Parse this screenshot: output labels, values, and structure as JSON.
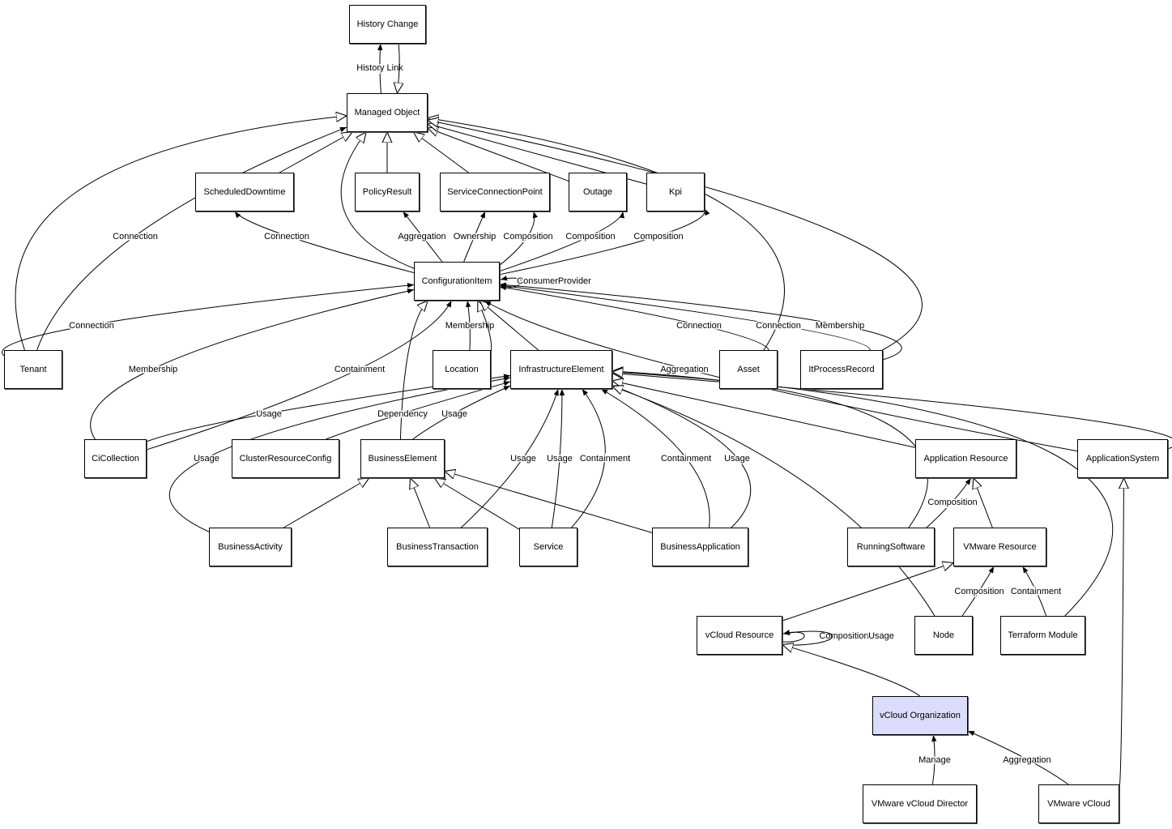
{
  "colors": {
    "highlight_node": "#dcdcfc",
    "line": "#000000",
    "node_fill": "#ffffff"
  },
  "nodes": [
    {
      "id": "history_change",
      "label": "History Change"
    },
    {
      "id": "managed_object",
      "label": "Managed Object"
    },
    {
      "id": "scheduled_downtime",
      "label": "ScheduledDowntime"
    },
    {
      "id": "policy_result",
      "label": "PolicyResult"
    },
    {
      "id": "scp",
      "label": "ServiceConnectionPoint"
    },
    {
      "id": "outage",
      "label": "Outage"
    },
    {
      "id": "kpi",
      "label": "Kpi"
    },
    {
      "id": "ci",
      "label": "ConfigurationItem"
    },
    {
      "id": "tenant",
      "label": "Tenant"
    },
    {
      "id": "location",
      "label": "Location"
    },
    {
      "id": "ie",
      "label": "InfrastructureElement"
    },
    {
      "id": "asset",
      "label": "Asset"
    },
    {
      "id": "itpr",
      "label": "ItProcessRecord"
    },
    {
      "id": "cicollection",
      "label": "CiCollection"
    },
    {
      "id": "crc",
      "label": "ClusterResourceConfig"
    },
    {
      "id": "be",
      "label": "BusinessElement"
    },
    {
      "id": "appres",
      "label": "Application Resource"
    },
    {
      "id": "appsys",
      "label": "ApplicationSystem"
    },
    {
      "id": "bactivity",
      "label": "BusinessActivity"
    },
    {
      "id": "btransaction",
      "label": "BusinessTransaction"
    },
    {
      "id": "service",
      "label": "Service"
    },
    {
      "id": "bapp",
      "label": "BusinessApplication"
    },
    {
      "id": "rs",
      "label": "RunningSoftware"
    },
    {
      "id": "vmres",
      "label": "VMware Resource"
    },
    {
      "id": "vcres",
      "label": "vCloud Resource"
    },
    {
      "id": "node",
      "label": "Node"
    },
    {
      "id": "tm",
      "label": "Terraform Module"
    },
    {
      "id": "vcorg",
      "label": "vCloud Organization",
      "highlighted": true
    },
    {
      "id": "vcd",
      "label": "VMware vCloud Director"
    },
    {
      "id": "vcloud",
      "label": "VMware vCloud"
    }
  ],
  "edges": [
    {
      "from": "managed_object",
      "to": "history_change",
      "label": "History Link",
      "kind": "association"
    },
    {
      "from": "history_change",
      "to": "managed_object",
      "label": "",
      "kind": "inheritance"
    },
    {
      "from": "scheduled_downtime",
      "to": "managed_object",
      "label": "",
      "kind": "inheritance"
    },
    {
      "from": "policy_result",
      "to": "managed_object",
      "label": "",
      "kind": "inheritance"
    },
    {
      "from": "scp",
      "to": "managed_object",
      "label": "",
      "kind": "inheritance"
    },
    {
      "from": "outage",
      "to": "managed_object",
      "label": "",
      "kind": "inheritance"
    },
    {
      "from": "kpi",
      "to": "managed_object",
      "label": "",
      "kind": "inheritance"
    },
    {
      "from": "ci",
      "to": "managed_object",
      "label": "",
      "kind": "inheritance"
    },
    {
      "from": "tenant",
      "to": "managed_object",
      "label": "",
      "kind": "inheritance"
    },
    {
      "from": "tenant",
      "to": "managed_object",
      "label": "Connection",
      "kind": "association"
    },
    {
      "from": "asset",
      "to": "managed_object",
      "label": "",
      "kind": "inheritance"
    },
    {
      "from": "itpr",
      "to": "managed_object",
      "label": "",
      "kind": "inheritance"
    },
    {
      "from": "ci",
      "to": "scheduled_downtime",
      "label": "Connection",
      "kind": "association"
    },
    {
      "from": "ci",
      "to": "policy_result",
      "label": "Aggregation",
      "kind": "association"
    },
    {
      "from": "ci",
      "to": "scp",
      "label": "Ownership",
      "kind": "association"
    },
    {
      "from": "ci",
      "to": "scp",
      "label": "Composition",
      "kind": "association"
    },
    {
      "from": "ci",
      "to": "outage",
      "label": "Composition",
      "kind": "association"
    },
    {
      "from": "ci",
      "to": "kpi",
      "label": "Composition",
      "kind": "association"
    },
    {
      "from": "ci",
      "to": "ci",
      "label": "ConsumerProvider",
      "kind": "association"
    },
    {
      "from": "tenant",
      "to": "ci",
      "label": "Connection",
      "kind": "association"
    },
    {
      "from": "cicollection",
      "to": "ci",
      "label": "Membership",
      "kind": "association"
    },
    {
      "from": "cicollection",
      "to": "ci",
      "label": "Containment",
      "kind": "association"
    },
    {
      "from": "location",
      "to": "ci",
      "label": "Membership",
      "kind": "association"
    },
    {
      "from": "location",
      "to": "ci",
      "label": "",
      "kind": "inheritance"
    },
    {
      "from": "ie",
      "to": "ci",
      "label": "",
      "kind": "inheritance"
    },
    {
      "from": "be",
      "to": "ci",
      "label": "",
      "kind": "inheritance"
    },
    {
      "from": "asset",
      "to": "ci",
      "label": "Connection",
      "kind": "association"
    },
    {
      "from": "itpr",
      "to": "ci",
      "label": "Connection",
      "kind": "association"
    },
    {
      "from": "itpr",
      "to": "ci",
      "label": "Membership",
      "kind": "association"
    },
    {
      "from": "appsys",
      "to": "ci",
      "label": "Aggregation",
      "kind": "association"
    },
    {
      "from": "cicollection",
      "to": "ie",
      "label": "Usage",
      "kind": "association"
    },
    {
      "from": "crc",
      "to": "ie",
      "label": "Dependency",
      "kind": "association"
    },
    {
      "from": "be",
      "to": "ie",
      "label": "Usage",
      "kind": "association"
    },
    {
      "from": "bactivity",
      "to": "ie",
      "label": "Usage",
      "kind": "association"
    },
    {
      "from": "btransaction",
      "to": "ie",
      "label": "Usage",
      "kind": "association"
    },
    {
      "from": "service",
      "to": "ie",
      "label": "Usage",
      "kind": "association"
    },
    {
      "from": "service",
      "to": "ie",
      "label": "Containment",
      "kind": "association"
    },
    {
      "from": "bapp",
      "to": "ie",
      "label": "Containment",
      "kind": "association"
    },
    {
      "from": "bapp",
      "to": "ie",
      "label": "Usage",
      "kind": "association"
    },
    {
      "from": "rs",
      "to": "ie",
      "label": "",
      "kind": "inheritance"
    },
    {
      "from": "appres",
      "to": "ie",
      "label": "",
      "kind": "inheritance"
    },
    {
      "from": "appsys",
      "to": "ie",
      "label": "",
      "kind": "inheritance"
    },
    {
      "from": "node",
      "to": "ie",
      "label": "",
      "kind": "inheritance"
    },
    {
      "from": "tm",
      "to": "ie",
      "label": "",
      "kind": "inheritance"
    },
    {
      "from": "bactivity",
      "to": "be",
      "label": "",
      "kind": "inheritance"
    },
    {
      "from": "btransaction",
      "to": "be",
      "label": "",
      "kind": "inheritance"
    },
    {
      "from": "service",
      "to": "be",
      "label": "",
      "kind": "inheritance"
    },
    {
      "from": "bapp",
      "to": "be",
      "label": "",
      "kind": "inheritance"
    },
    {
      "from": "rs",
      "to": "appres",
      "label": "Composition",
      "kind": "association"
    },
    {
      "from": "vmres",
      "to": "appres",
      "label": "",
      "kind": "inheritance"
    },
    {
      "from": "vcres",
      "to": "vmres",
      "label": "",
      "kind": "inheritance"
    },
    {
      "from": "node",
      "to": "vmres",
      "label": "Composition",
      "kind": "association"
    },
    {
      "from": "tm",
      "to": "vmres",
      "label": "Containment",
      "kind": "association"
    },
    {
      "from": "vcres",
      "to": "vcres",
      "label": "Composition",
      "kind": "association"
    },
    {
      "from": "vcres",
      "to": "vcres",
      "label": "Usage",
      "kind": "association"
    },
    {
      "from": "vcorg",
      "to": "vcres",
      "label": "",
      "kind": "inheritance"
    },
    {
      "from": "vcd",
      "to": "vcorg",
      "label": "Manage",
      "kind": "association"
    },
    {
      "from": "vcloud",
      "to": "vcorg",
      "label": "Aggregation",
      "kind": "association"
    },
    {
      "from": "vcloud",
      "to": "appsys",
      "label": "",
      "kind": "inheritance"
    }
  ]
}
